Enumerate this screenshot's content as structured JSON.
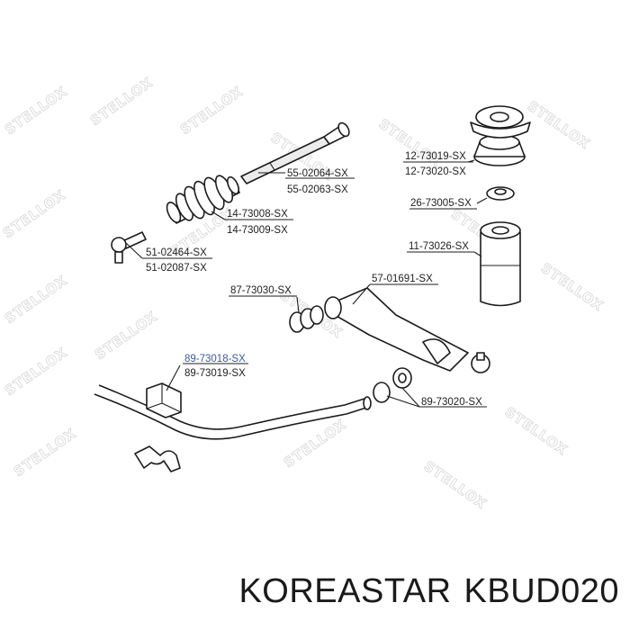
{
  "watermark": "STELLOX",
  "labels": {
    "tie_rod_inner_1": "55-02064-SX",
    "tie_rod_inner_2": "55-02063-SX",
    "boot_1": "14-73008-SX",
    "boot_2": "14-73009-SX",
    "tie_rod_end_1": "51-02464-SX",
    "tie_rod_end_2": "51-02087-SX",
    "strut_mount_1": "12-73019-SX",
    "strut_mount_2": "12-73020-SX",
    "bearing": "26-73005-SX",
    "dust_boot": "11-73026-SX",
    "control_arm": "57-01691-SX",
    "arm_bushing": "87-73030-SX",
    "stab_bushing_1": "89-73018-SX",
    "stab_bushing_2": "89-73019-SX",
    "link_bushing": "89-73020-SX"
  },
  "caption": {
    "brand": "KOREASTAR",
    "code": "KBUD020"
  }
}
